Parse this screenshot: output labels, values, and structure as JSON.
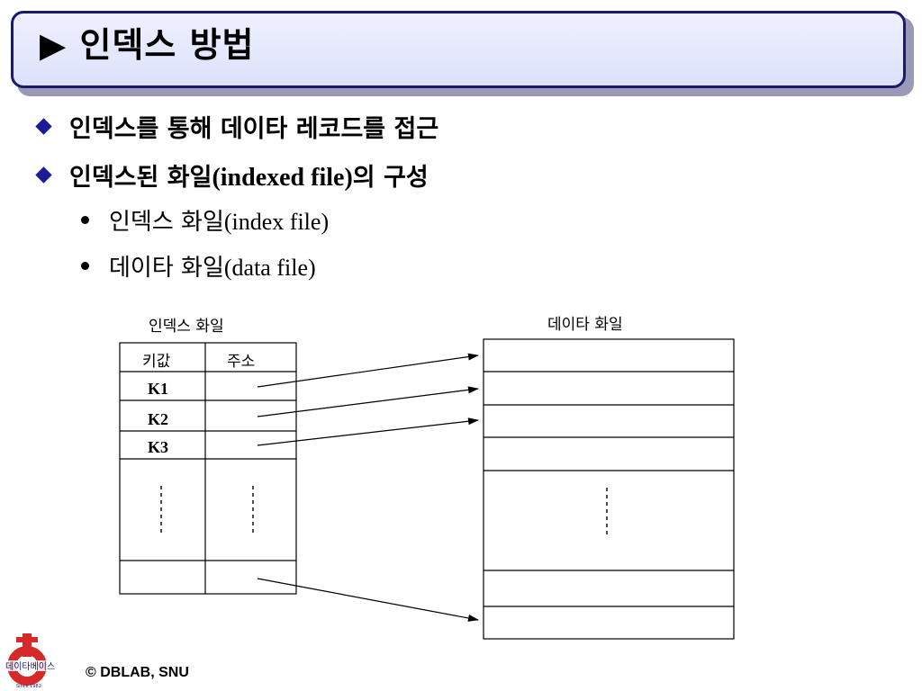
{
  "title": "▶ 인덱스 방법",
  "bullets": [
    {
      "text_ko": "인덱스를 통해 데이타 레코드를 접근"
    },
    {
      "text_ko": "인덱스된 화일",
      "text_latin": "(indexed file)",
      "text_suffix": "의 구성"
    }
  ],
  "sub_bullets": [
    {
      "text_ko": "인덱스 화일",
      "text_latin": "(index file)"
    },
    {
      "text_ko": "데이타 화일",
      "text_latin": "(data file)"
    }
  ],
  "diagram": {
    "index_file_label": "인덱스  화일",
    "data_file_label": "데이타  화일",
    "col_key": "키값",
    "col_addr": "주소",
    "keys": [
      "K1",
      "K2",
      "K3"
    ]
  },
  "logo": {
    "text": "데이타베이스",
    "since": "Since 1982"
  },
  "footer": "© DBLAB, SNU",
  "colors": {
    "title_border": "#1a1a6e",
    "bullet_diamond": "#1a1a9a",
    "logo_red": "#d42a2a"
  }
}
